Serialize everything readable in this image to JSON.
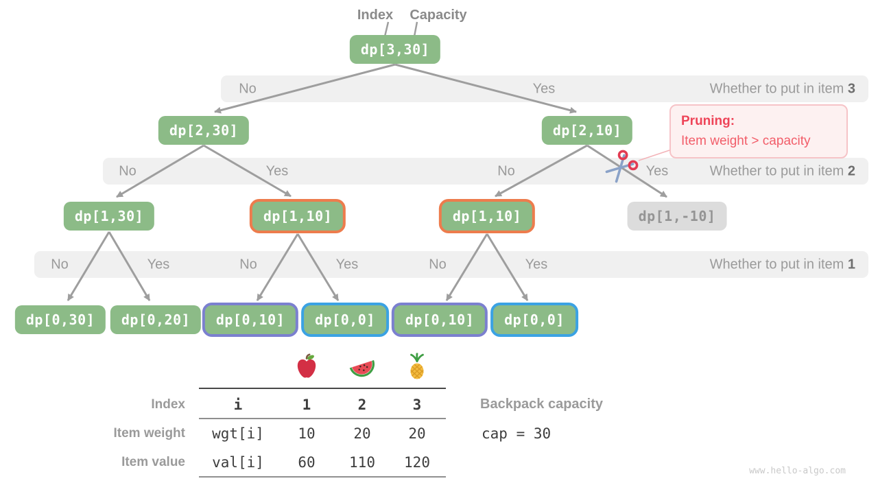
{
  "header": {
    "index_label": "Index",
    "capacity_label": "Capacity"
  },
  "tree": {
    "nodes": [
      {
        "label": "dp[3,30]",
        "variant": "green"
      },
      {
        "label": "dp[2,30]",
        "variant": "green"
      },
      {
        "label": "dp[2,10]",
        "variant": "green"
      },
      {
        "label": "dp[1,30]",
        "variant": "green"
      },
      {
        "label": "dp[1,10]",
        "variant": "orange"
      },
      {
        "label": "dp[1,10]",
        "variant": "orange"
      },
      {
        "label": "dp[1,-10]",
        "variant": "gray"
      },
      {
        "label": "dp[0,30]",
        "variant": "green"
      },
      {
        "label": "dp[0,20]",
        "variant": "green"
      },
      {
        "label": "dp[0,10]",
        "variant": "purple"
      },
      {
        "label": "dp[0,0]",
        "variant": "blue"
      },
      {
        "label": "dp[0,10]",
        "variant": "purple"
      },
      {
        "label": "dp[0,0]",
        "variant": "blue"
      }
    ],
    "bands": [
      {
        "caption": "Whether to put in item",
        "item": "3",
        "labels": [
          "No",
          "Yes"
        ]
      },
      {
        "caption": "Whether to put in item",
        "item": "2",
        "labels": [
          "No",
          "Yes",
          "No",
          "Yes"
        ]
      },
      {
        "caption": "Whether to put in item",
        "item": "1",
        "labels": [
          "No",
          "Yes",
          "No",
          "Yes",
          "No",
          "Yes"
        ]
      }
    ]
  },
  "pruning": {
    "title": "Pruning:",
    "description": "Item weight > capacity",
    "icon": "scissors-icon"
  },
  "table": {
    "fruits": [
      "apple-icon",
      "watermelon-icon",
      "pineapple-icon"
    ],
    "row_labels": [
      "Index",
      "Item weight",
      "Item value"
    ],
    "header_cells": [
      "i",
      "1",
      "2",
      "3"
    ],
    "weight_cells": [
      "wgt[i]",
      "10",
      "20",
      "20"
    ],
    "value_cells": [
      "val[i]",
      "60",
      "110",
      "120"
    ]
  },
  "backpack": {
    "label": "Backpack capacity",
    "code": "cap = 30"
  },
  "watermark": "www.hello-algo.com",
  "colors": {
    "node_green": "#8cbb87",
    "node_gray": "#dcdcdc",
    "highlight_orange": "#ed7c4d",
    "highlight_purple": "#7b80cf",
    "highlight_blue": "#3ba2e3",
    "band_gray": "#f0f0f0",
    "arrow_gray": "#9e9e9e",
    "pruning_red": "#ee4458"
  }
}
